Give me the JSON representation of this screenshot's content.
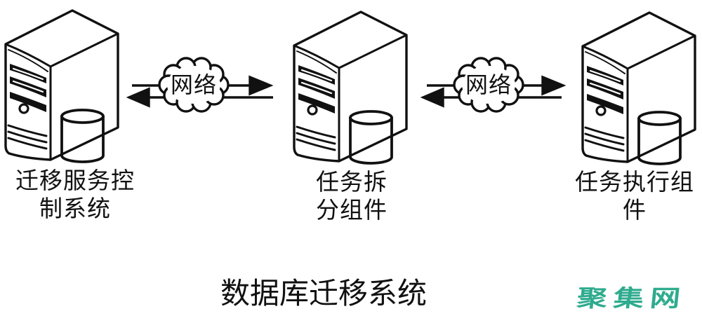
{
  "diagram": {
    "title": "数据库迁移系统",
    "nodes": [
      {
        "line1": "迁移服务控",
        "line2": "制系统"
      },
      {
        "line1": "任务拆",
        "line2": "分组件"
      },
      {
        "line1": "任务执行组",
        "line2": "件"
      }
    ],
    "networks": [
      {
        "label": "网络"
      },
      {
        "label": "网络"
      }
    ],
    "watermark": {
      "text": "聚集网",
      "color": "#2fab8e"
    },
    "colors": {
      "ink": "#111111",
      "background": "#ffffff"
    }
  }
}
